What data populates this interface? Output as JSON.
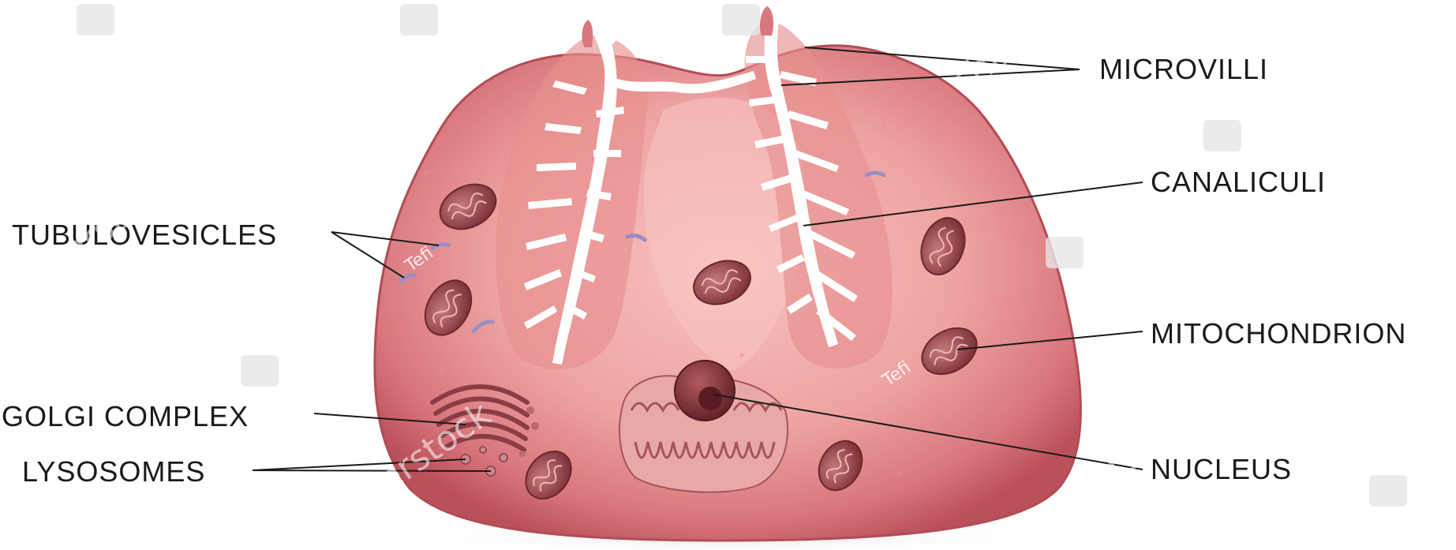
{
  "labels": {
    "microvilli": "MICROVILLI",
    "canaliculi": "CANALICULI",
    "tubulovesicles": "TUBULOVESICLES",
    "mitochondrion": "MITOCHONDRION",
    "golgi": "GOLGI COMPLEX",
    "lysosomes": "LYSOSOMES",
    "nucleus": "NUCLEUS"
  },
  "watermark": {
    "brand": "shutterstock",
    "artist": "Tefi"
  },
  "colors": {
    "cell_outer": "#c85a63",
    "cell_inner": "#f2b0ae",
    "canaliculi_lumen": "#ffffff",
    "organelle": "#8e3a40",
    "leader_line": "#1a1a1a",
    "vesicle": "#9a8fc4"
  }
}
